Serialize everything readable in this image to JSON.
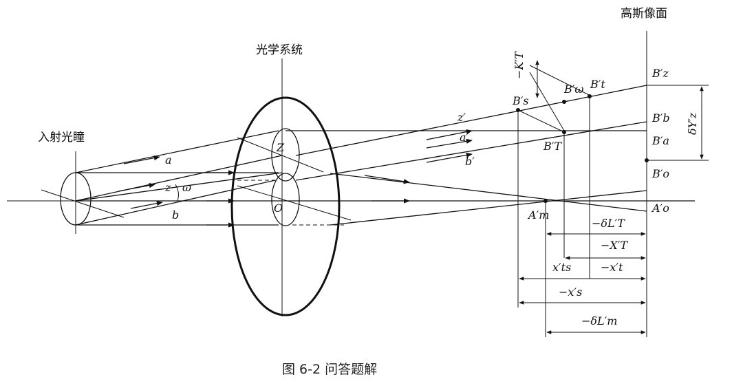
{
  "labels": {
    "entrance_pupil": "入射光瞳",
    "optical_system": "光学系统",
    "gaussian_image_plane": "高斯像面",
    "caption": "图 6-2  问答题解"
  },
  "symbols": {
    "a": "a",
    "z": "z",
    "omega": "ω",
    "b": "b",
    "Z": "Z",
    "O": "O",
    "z_prime": "z′",
    "a_prime": "a′",
    "b_prime": "b′",
    "Bs": "B′s",
    "Bomega": "B′ω",
    "Bt": "B′t",
    "BT": "B′T",
    "Bz": "B′z",
    "Bb": "B′b",
    "Ba": "B′a",
    "Bo": "B′o",
    "Am": "A′m",
    "Ao": "A′o",
    "K": "−K′T",
    "dY": "δY′z",
    "dLT": "−δL′T",
    "XT": "−X′T",
    "xts": "x′ts",
    "xt": "−x′t",
    "xs": "−x′s",
    "dLm": "−δL′m"
  }
}
